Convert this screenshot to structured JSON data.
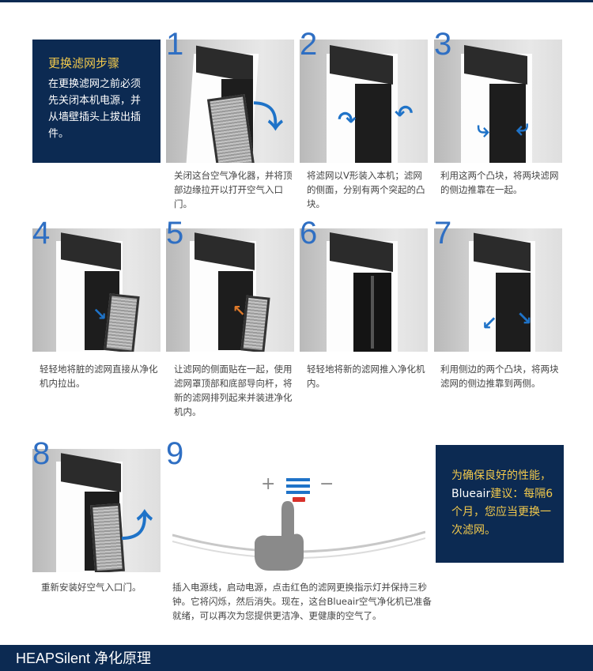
{
  "intro": {
    "title": "更换滤网步骤",
    "text": "在更换滤网之前必须先关闭本机电源，并从墙壁插头上拔出插件。"
  },
  "steps": [
    {
      "number": "1",
      "caption": "关闭这台空气净化器，并将顶部边缘拉开以打开空气入口门。"
    },
    {
      "number": "2",
      "caption": "将滤网以V形装入本机；滤网的侧面，分别有两个突起的凸块。"
    },
    {
      "number": "3",
      "caption": "利用这两个凸块，将两块滤网的侧边推靠在一起。"
    },
    {
      "number": "4",
      "caption": "轻轻地将脏的滤网直接从净化机内拉出。"
    },
    {
      "number": "5",
      "caption": "让滤网的侧面贴在一起，使用滤网罩顶部和底部导向杆，将新的滤网排列起来并装进净化机内。"
    },
    {
      "number": "6",
      "caption": "轻轻地将新的滤网推入净化机内。"
    },
    {
      "number": "7",
      "caption": "利用侧边的两个凸块，将两块滤网的侧边推靠到两侧。"
    },
    {
      "number": "8",
      "caption": "重新安装好空气入口门。"
    },
    {
      "number": "9",
      "caption": "插入电源线，启动电源，点击红色的滤网更换指示灯并保持三秒钟。它将闪烁，然后消失。现在，这台Blueair空气净化机已准备就绪，可以再次为您提供更洁净、更健康的空气了。"
    }
  ],
  "panel9": {
    "plus": "+",
    "minus": "−"
  },
  "advice": {
    "line1": "为确保良好的性能，",
    "brand": "Blueair",
    "line2": "建议：每隔6个月，您应当更换一次滤网。"
  },
  "footer": {
    "title": "HEAPSilent 净化原理"
  },
  "colors": {
    "navy": "#0c2a52",
    "gold": "#f2c94c",
    "blue": "#1f73c8",
    "red": "#d8312b"
  }
}
